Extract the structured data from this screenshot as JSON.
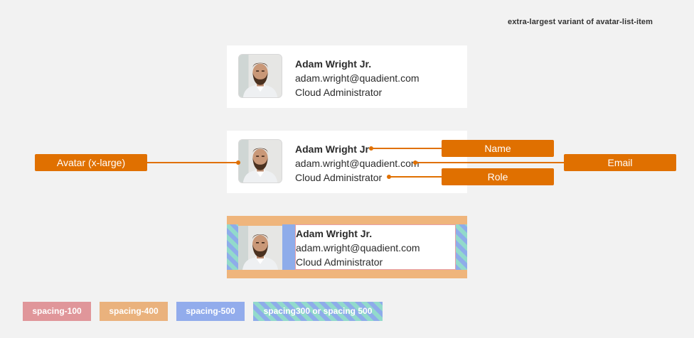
{
  "caption": "extra-largest variant of avatar-list-item",
  "person": {
    "name_full": "Adam Wright Jr.",
    "name_short": "Adam Wright Jr",
    "email": "adam.wright@quadient.com",
    "role": "Cloud Administrator"
  },
  "annotations": {
    "avatar": "Avatar (x-large)",
    "name": "Name",
    "email": "Email",
    "role": "Role"
  },
  "legend": [
    "spacing-100",
    "spacing-400",
    "spacing-500",
    "spacing300 or spacing 500"
  ],
  "colors": {
    "annotation": "#e07000",
    "spacing_100": "#e0969a",
    "spacing_400": "#eab27d",
    "spacing_500": "#92acec",
    "spacing_alt": "#92dacb"
  }
}
